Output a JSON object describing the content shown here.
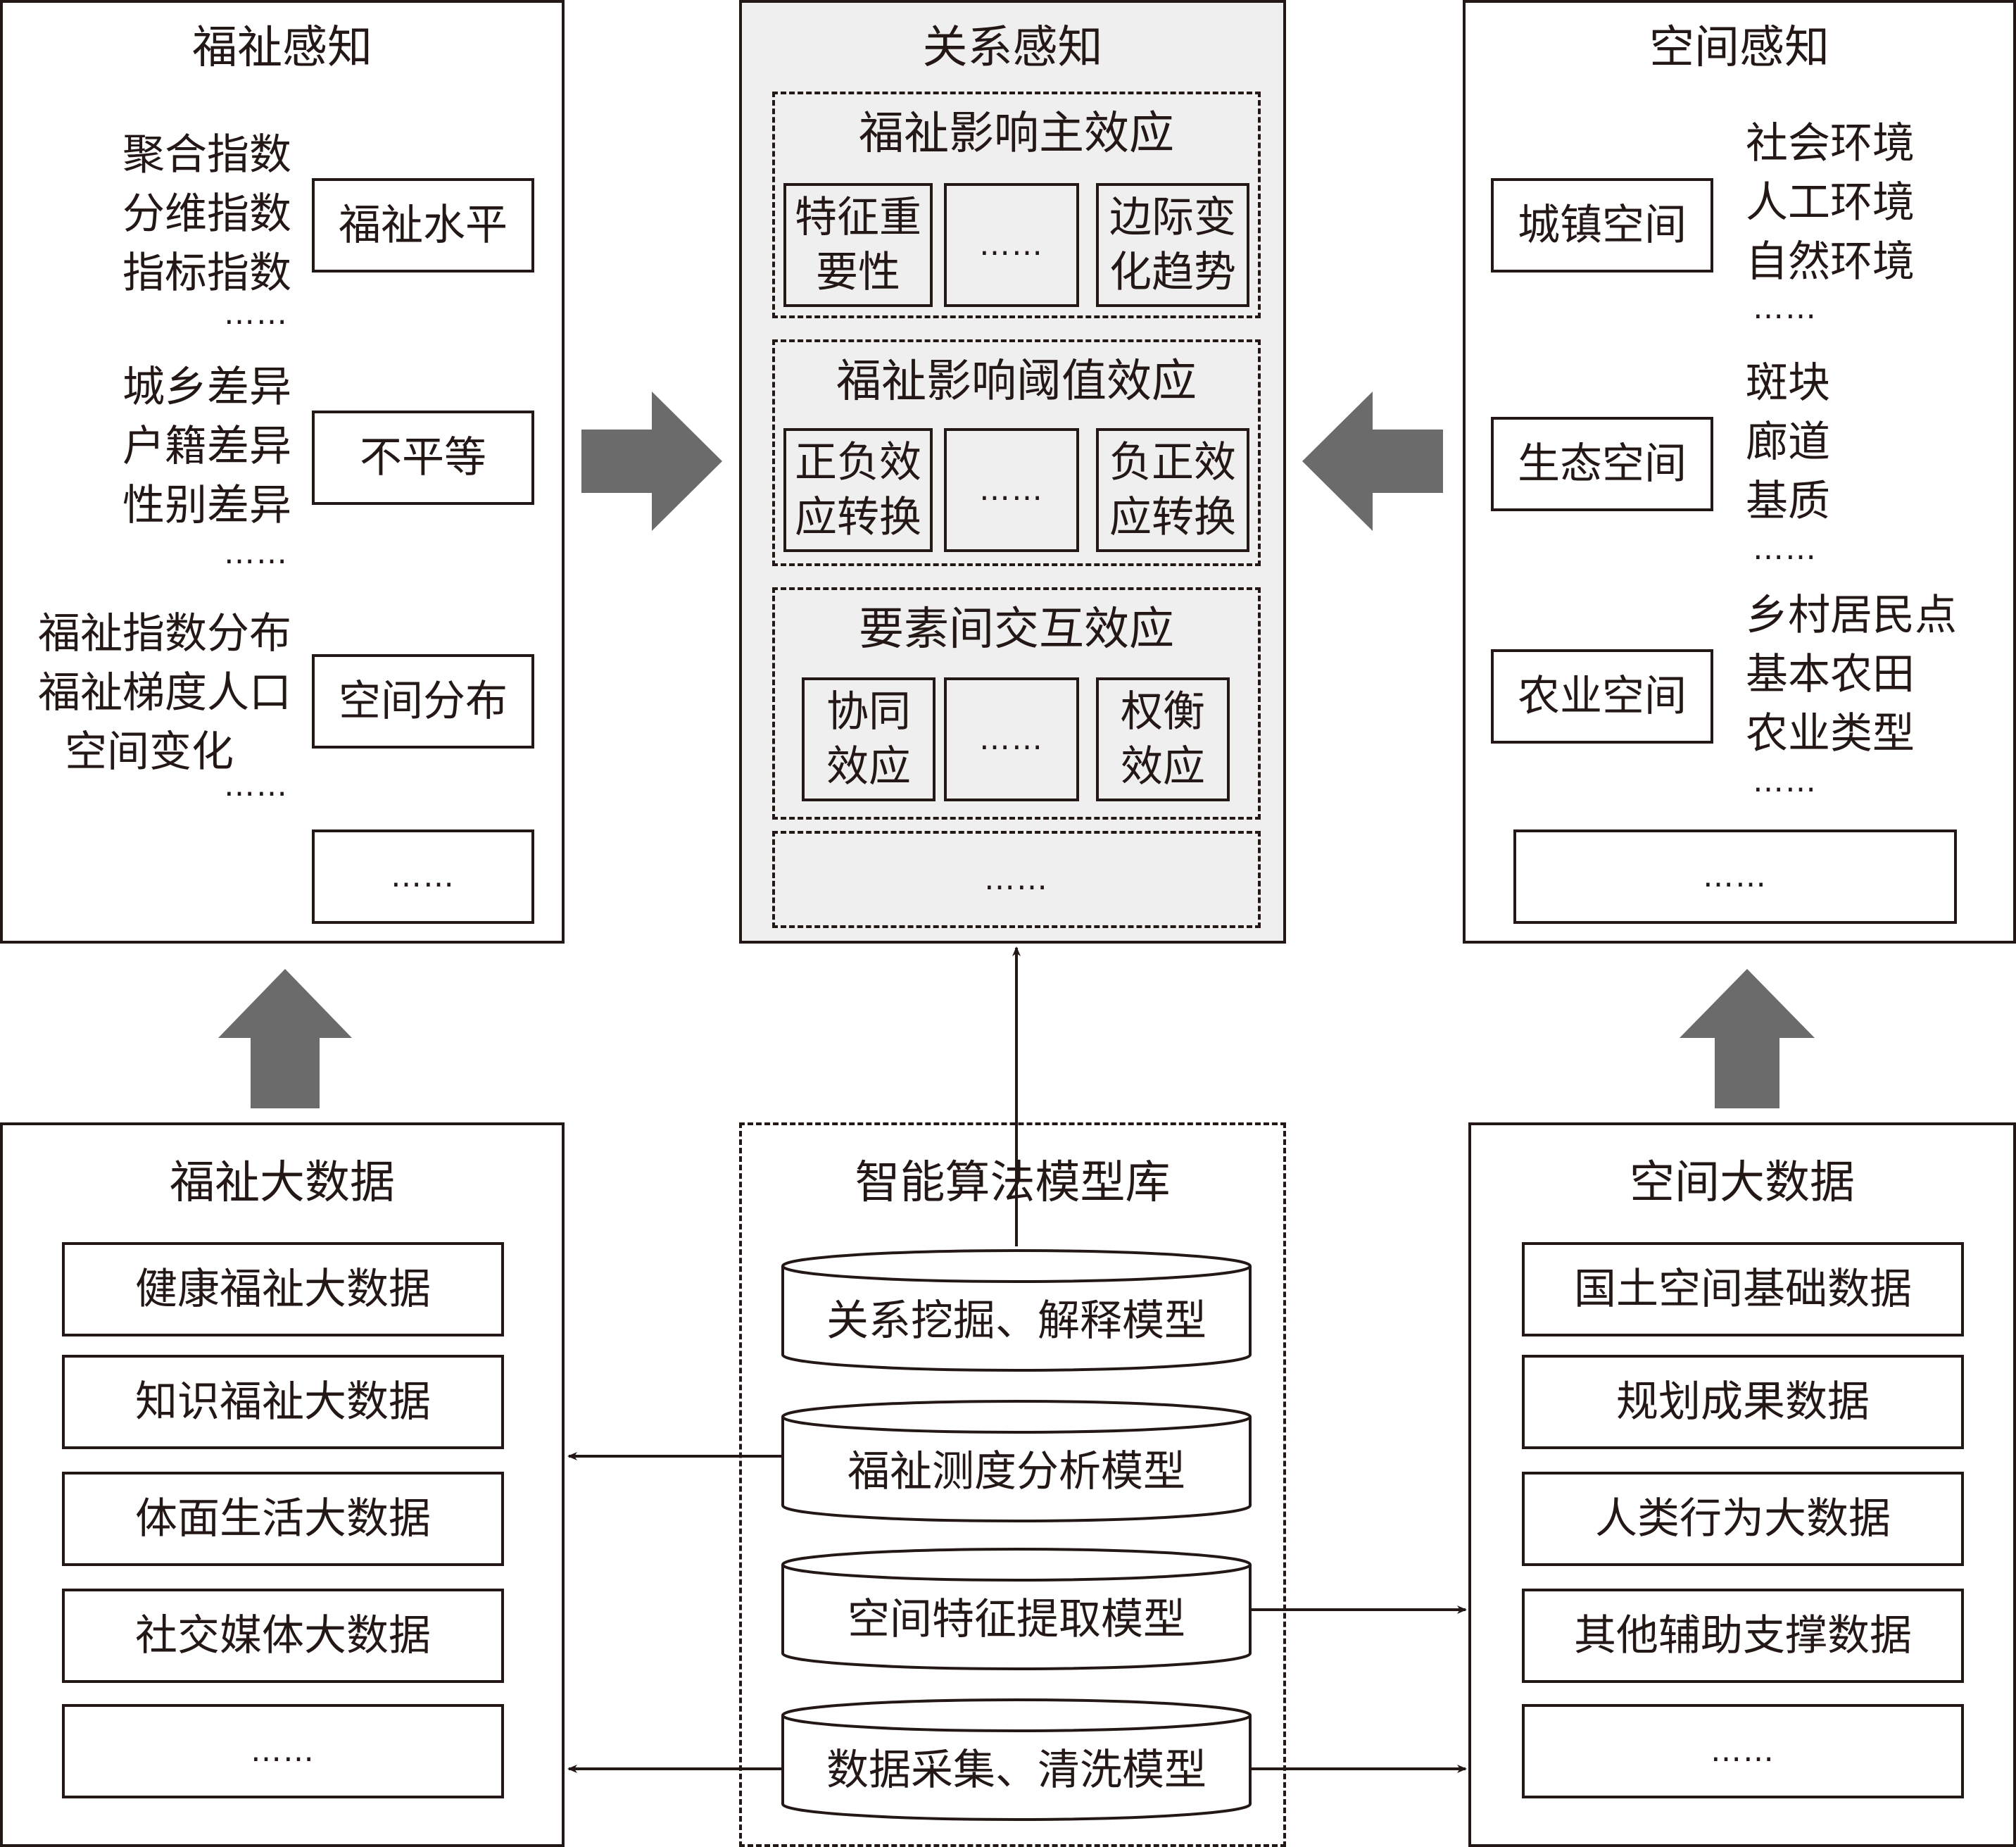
{
  "left_panel": {
    "title": "福祉感知",
    "groups": [
      {
        "lines": [
          "聚合指数",
          "分维指数",
          "指标指数"
        ],
        "dots": "……",
        "box": "福祉水平"
      },
      {
        "lines": [
          "城乡差异",
          "户籍差异",
          "性别差异"
        ],
        "dots": "……",
        "box": "不平等"
      },
      {
        "lines": [
          "福祉指数分布",
          "福祉梯度人口",
          "空间变化"
        ],
        "dots": "……",
        "box": "空间分布"
      }
    ],
    "more": "……"
  },
  "center_panel": {
    "title": "关系感知",
    "sections": [
      {
        "title": "福祉影响主效应",
        "boxes": [
          "特征重要性",
          "……",
          "边际变化趋势"
        ]
      },
      {
        "title": "福祉影响阈值效应",
        "boxes": [
          "正负效应转换",
          "……",
          "负正效应转换"
        ]
      },
      {
        "title": "要素间交互效应",
        "boxes": [
          "协同效应",
          "……",
          "权衡效应"
        ]
      }
    ],
    "more": "……"
  },
  "right_panel": {
    "title": "空间感知",
    "groups": [
      {
        "box": "城镇空间",
        "lines": [
          "社会环境",
          "人工环境",
          "自然环境"
        ],
        "dots": "……"
      },
      {
        "box": "生态空间",
        "lines": [
          "斑块",
          "廊道",
          "基质"
        ],
        "dots": "……"
      },
      {
        "box": "农业空间",
        "lines": [
          "乡村居民点",
          "基本农田",
          "农业类型"
        ],
        "dots": "……"
      }
    ],
    "more": "……"
  },
  "bottom_left": {
    "title": "福祉大数据",
    "items": [
      "健康福祉大数据",
      "知识福祉大数据",
      "体面生活大数据",
      "社交媒体大数据",
      "……"
    ]
  },
  "bottom_center": {
    "title": "智能算法模型库",
    "models": [
      "关系挖掘、解释模型",
      "福祉测度分析模型",
      "空间特征提取模型",
      "数据采集、清洗模型"
    ]
  },
  "bottom_right": {
    "title": "空间大数据",
    "items": [
      "国土空间基础数据",
      "规划成果数据",
      "人类行为大数据",
      "其他辅助支撑数据",
      "……"
    ]
  },
  "colors": {
    "stroke": "#231815",
    "arrow_fill": "#6b6b6b",
    "panel_gray": "#efefef"
  }
}
